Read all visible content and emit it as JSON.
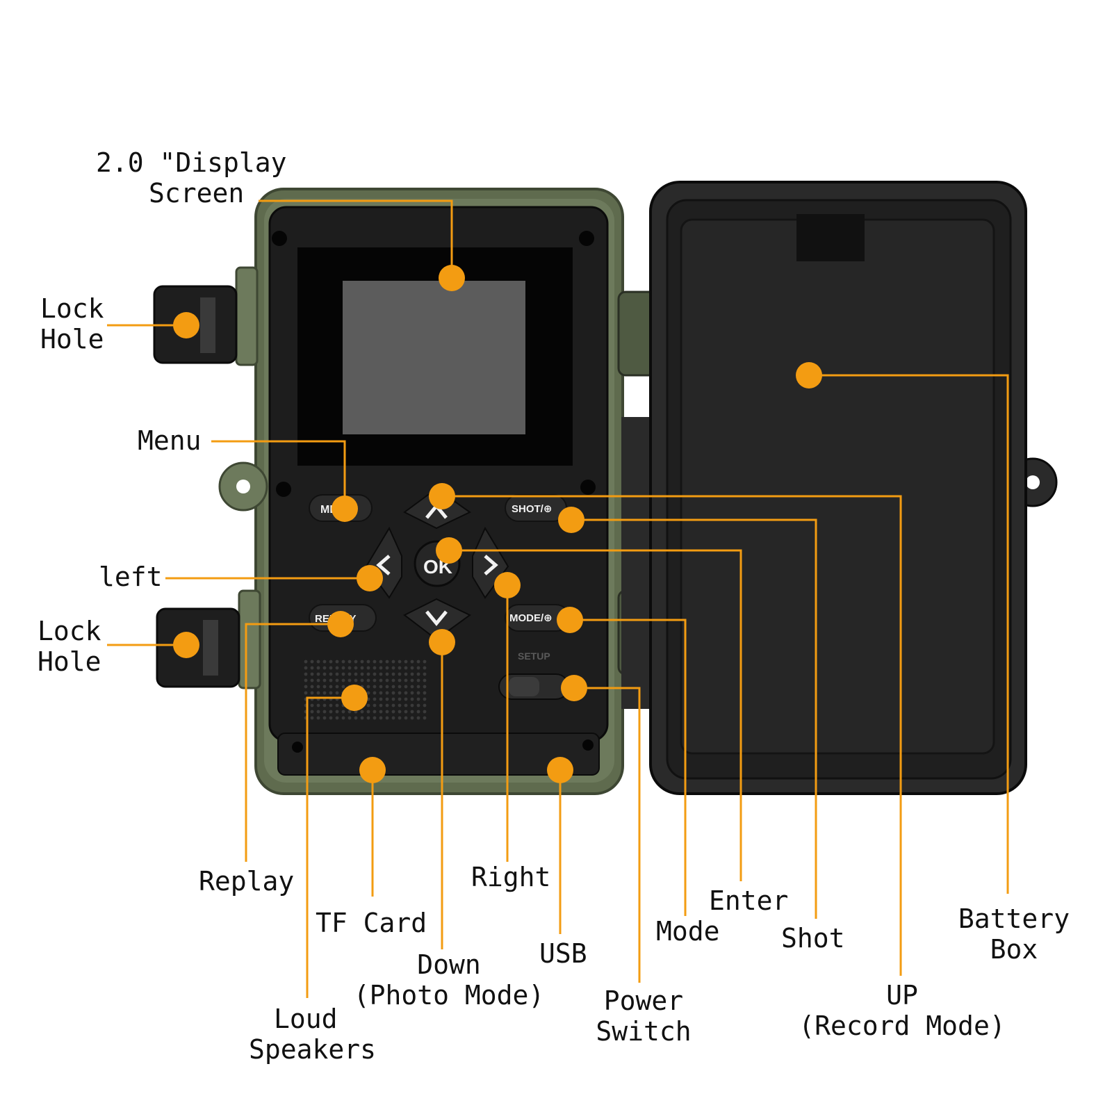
{
  "accent_color": "#f39c12",
  "labels": {
    "display_line1": "2.0 \"Display",
    "display_line2": "Screen",
    "lock_top_line1": "Lock",
    "lock_top_line2": "Hole",
    "menu": "Menu",
    "left": "left",
    "lock_bottom_line1": "Lock",
    "lock_bottom_line2": "Hole",
    "replay": "Replay",
    "tf_card": "TF Card",
    "right": "Right",
    "down_line1": "Down",
    "down_line2": "(Photo Mode)",
    "usb": "USB",
    "loud_line1": "Loud",
    "loud_line2": "Speakers",
    "mode": "Mode",
    "enter": "Enter",
    "shot": "Shot",
    "power_line1": "Power",
    "power_line2": "Switch",
    "up_line1": "UP",
    "up_line2": "(Record Mode)",
    "battery_line1": "Battery",
    "battery_line2": "Box"
  },
  "device": {
    "ok_label": "OK",
    "menu_label": "ME",
    "shot_label": "SHOT/⊕",
    "replay_label": "REPLAY",
    "mode_label": "MODE/⊕",
    "setup_label": "SETUP"
  }
}
